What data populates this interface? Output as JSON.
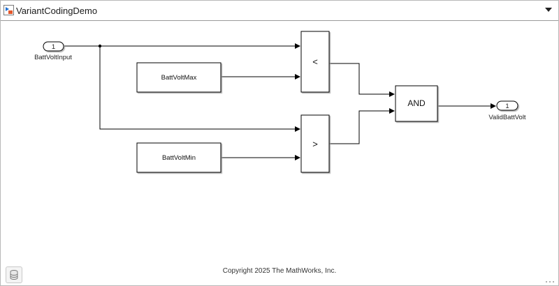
{
  "window": {
    "title": "VariantCodingDemo",
    "title_icon": "simulink-model-icon",
    "menu_icon": "chevron-down-icon"
  },
  "diagram": {
    "inport": {
      "number": "1",
      "label": "BattVoltInput"
    },
    "const_max": {
      "label": "BattVoltMax"
    },
    "const_min": {
      "label": "BattVoltMin"
    },
    "relop_lt": {
      "operator": "<"
    },
    "relop_gt": {
      "operator": ">"
    },
    "logic_and": {
      "operator": "AND"
    },
    "outport": {
      "number": "1",
      "label": "ValidBattVolt"
    }
  },
  "footer": {
    "copyright": "Copyright 2025 The MathWorks, Inc.",
    "data_icon": "database-icon"
  }
}
